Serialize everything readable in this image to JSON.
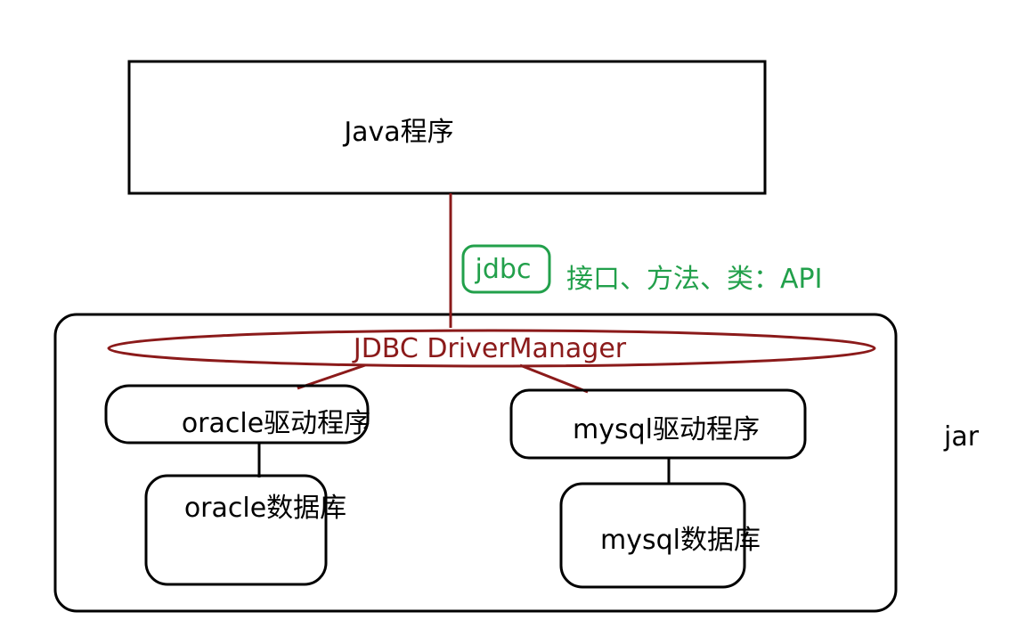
{
  "diagram": {
    "java_program": {
      "label": "Java程序"
    },
    "jdbc_tag": {
      "label": "jdbc"
    },
    "api_note": {
      "label": "接口、方法、类：API"
    },
    "driver_manager": {
      "label": "JDBC DriverManager"
    },
    "oracle_driver": {
      "label": "oracle驱动程序"
    },
    "mysql_driver": {
      "label": "mysql驱动程序"
    },
    "oracle_db": {
      "label": "oracle数据库"
    },
    "mysql_db": {
      "label": "mysql数据库"
    },
    "jar_label": {
      "label": "jar"
    }
  },
  "colors": {
    "ink": "#000000",
    "connector": "#8b1a1a",
    "annotation": "#22a04b",
    "background": "#ffffff"
  }
}
